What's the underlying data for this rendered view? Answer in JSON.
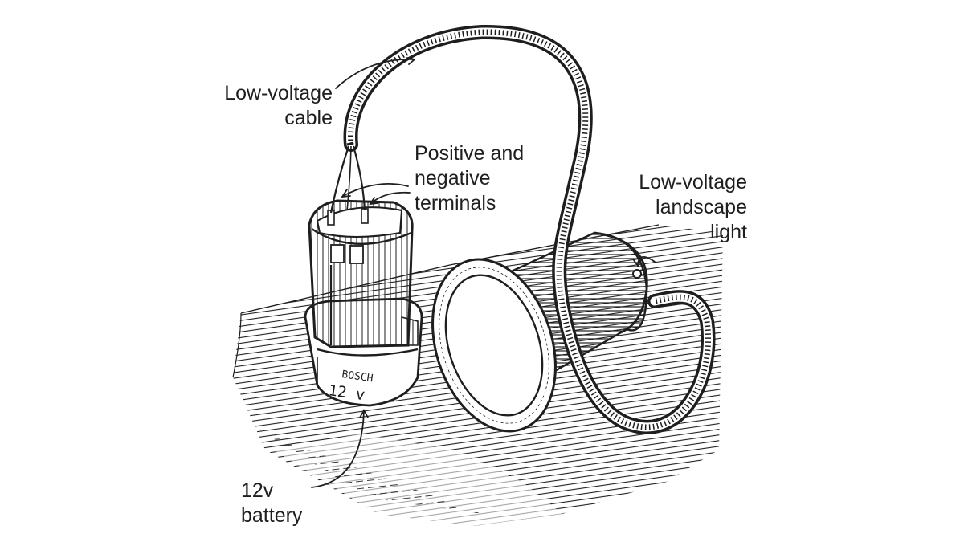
{
  "labels": {
    "cable": "Low-voltage\ncable",
    "terminals": "Positive and\nnegative\nterminals",
    "light": "Low-voltage\nlandscape\nlight",
    "battery": "12v\nbattery"
  },
  "battery_markings": {
    "brand": "BOSCH",
    "voltage": "12 v"
  },
  "colors": {
    "ink": "#1e1e1e",
    "paper": "#ffffff"
  }
}
